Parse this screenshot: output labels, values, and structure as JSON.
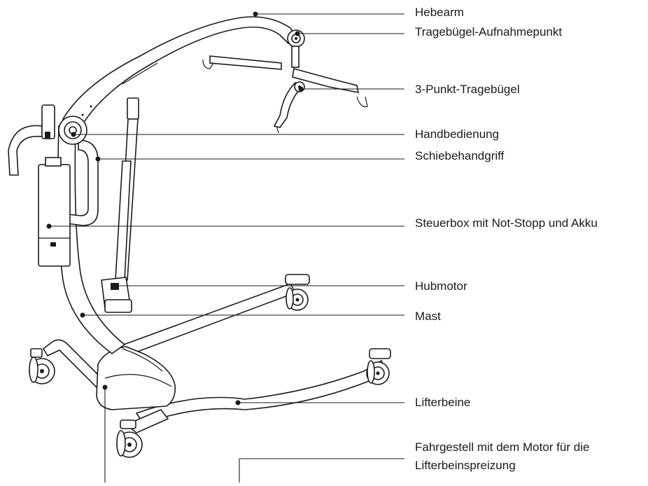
{
  "labels": {
    "hebearm": "Hebearm",
    "aufnahmepunkt": "Tragebügel-Aufnahmepunkt",
    "tragebuegel": "3-Punkt-Tragebügel",
    "handbedienung": "Handbedienung",
    "schiebehandgriff": "Schiebehandgriff",
    "steuerbox": "Steuerbox mit Not-Stopp und Akku",
    "hubmotor": "Hubmotor",
    "mast": "Mast",
    "lifterbeine": "Lifterbeine",
    "fahrgestell_line1": "Fahrgestell mit dem Motor für die",
    "fahrgestell_line2": "Lifterbeinspreizung"
  }
}
